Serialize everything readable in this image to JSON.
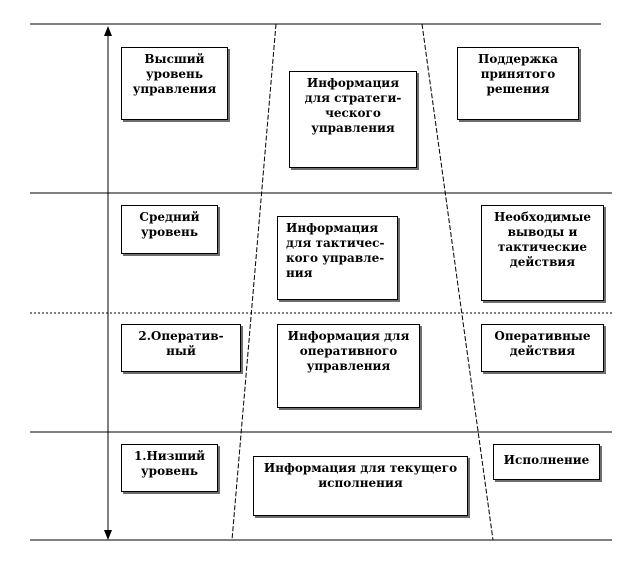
{
  "levels": [
    {
      "level": "Высший\nуровень\nуправления",
      "information": "Информация\nдля стратеги-\nческого\nуправления",
      "action": "Поддержка\nпринятого\nрешения"
    },
    {
      "level": "Средний\nуровень",
      "information": "Информация\nдля тактичес-\nкого управле-\nния",
      "action": "Необходимые\nвыводы и\nтактические\nдействия"
    },
    {
      "level": "2.Оператив-\nный",
      "information": "Информация для\nоперативного\nуправления",
      "action": "Оперативные\nдействия"
    },
    {
      "level": "1.Низший\nуровень",
      "information": "Информация для текущего\nисполнения",
      "action": "Исполнение"
    }
  ],
  "colors": {
    "line": "#000000",
    "shadow": "#6e6e6e",
    "background": "#ffffff"
  }
}
